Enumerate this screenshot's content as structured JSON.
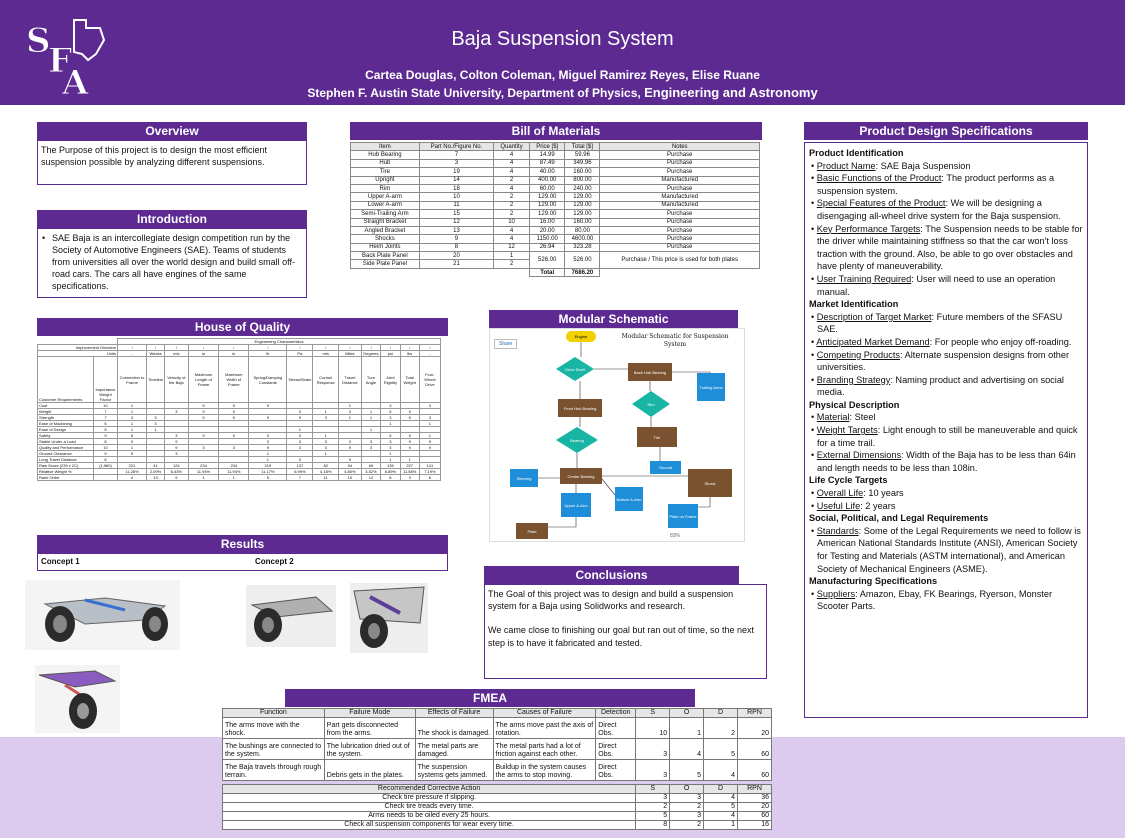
{
  "header": {
    "title": "Baja Suspension System",
    "authors": "Cartea Douglas, Colton Coleman, Miguel Ramirez Reyes, Elise Ruane",
    "affiliation_a": "Stephen F. Austin State University, Department of Physics, ",
    "affiliation_b": "Engineering and Astronomy",
    "logo_text": "SFA"
  },
  "colors": {
    "brand": "#5d2a92",
    "lavender": "#dccbee"
  },
  "overview": {
    "heading": "Overview",
    "text": "The Purpose of this project is to design the most efficient suspension possible by analyzing different suspensions."
  },
  "introduction": {
    "heading": "Introduction",
    "text": "SAE Baja is an intercollegiate design competition run by the Society of Automotive Engineers (SAE). Teams of students from universities all over the world design and build small off-road cars. The cars all have engines of the same specifications."
  },
  "hoq": {
    "heading": "House of Quality",
    "top": "Engineering Characteristics",
    "improvement_label": "Improvement Direction",
    "units_label": "Units",
    "columns": [
      "Connection to Frame",
      "Timeline",
      "Velocity of the Baja",
      "Maximum Length of Frame",
      "Maximum Width of Frame",
      "Spring/Damping Constants",
      "Stress/Strain",
      "Control Response",
      "Travel Distance",
      "Turn Angle",
      "Joint Rigidity",
      "Total Weight",
      "Four-Wheel Drive"
    ],
    "units": [
      "-",
      "Weeks",
      "m/s",
      "in",
      "in",
      "lb",
      "Pa",
      "m/s",
      "Miles",
      "Degrees",
      "psi",
      "lbs",
      "-"
    ],
    "arrows": [
      "↑",
      "↑",
      "↑",
      "↓",
      "↓",
      "↑",
      "↑",
      "↑",
      "↑",
      "↑",
      "↑",
      "↓",
      "↑"
    ],
    "req_header": "Customer Requirements",
    "weight_header": "Importance Weight Factor",
    "rows": [
      {
        "name": "Cost",
        "w": "10",
        "v": [
          "1",
          "",
          "",
          "9",
          "9",
          "9",
          "",
          "",
          "1",
          "",
          "3",
          "",
          "3"
        ]
      },
      {
        "name": "Weight",
        "w": "7",
        "v": [
          "1",
          "",
          "3",
          "9",
          "9",
          "",
          "3",
          "1",
          "3",
          "1",
          "6",
          "9",
          ""
        ]
      },
      {
        "name": "Strength",
        "w": "7",
        "v": [
          "3",
          "3",
          "",
          "9",
          "9",
          "9",
          "9",
          "3",
          "1",
          "1",
          "3",
          "9",
          "3"
        ]
      },
      {
        "name": "Ease of Machining",
        "w": "5",
        "v": [
          "1",
          "3",
          "",
          "",
          "",
          "",
          "",
          "",
          "",
          "",
          "1",
          "",
          "1"
        ]
      },
      {
        "name": "Ease of Design",
        "w": "5",
        "v": [
          "1",
          "1",
          "",
          "",
          "",
          "",
          "1",
          "",
          "",
          "1",
          "",
          "",
          ""
        ]
      },
      {
        "name": "Safety",
        "w": "9",
        "v": [
          "5",
          "",
          "3",
          "9",
          "9",
          "3",
          "3",
          "1",
          "",
          "",
          "6",
          "9",
          "1"
        ]
      },
      {
        "name": "Stable Under a Load",
        "w": "8",
        "v": [
          "9",
          "",
          "9",
          "",
          "",
          "3",
          "3",
          "3",
          "3",
          "3",
          "3",
          "9",
          "9"
        ]
      },
      {
        "name": "Quality and Performance",
        "w": "10",
        "v": [
          "1",
          "",
          "9",
          "3",
          "3",
          "9",
          "3",
          "3",
          "9",
          "3",
          "3",
          "9",
          "9"
        ]
      },
      {
        "name": "Ground Clearance",
        "w": "9",
        "v": [
          "9",
          "",
          "3",
          "",
          "",
          "1",
          "",
          "1",
          "",
          "",
          "1",
          "",
          ""
        ]
      },
      {
        "name": "Long Travel Distance",
        "w": "6",
        "v": [
          "",
          "",
          "",
          "",
          "",
          "1",
          "3",
          "",
          "9",
          "",
          "1",
          "1",
          ""
        ]
      }
    ],
    "raw_label": "Raw Score (239 x 2C)",
    "raw_total": "(1,960)",
    "raw": [
      "221",
      "41",
      "124",
      "234",
      "234",
      "219",
      "137",
      "82",
      "94",
      "69",
      "135",
      "227",
      "141"
    ],
    "rel_label": "Relative Weight %",
    "rel": [
      "11.28%",
      "2.09%",
      "6.43%",
      "11.94%",
      "11.94%",
      "11.17%",
      "6.99%",
      "4.18%",
      "4.80%",
      "3.52%",
      "6.89%",
      "11.58%",
      "7.19%"
    ],
    "rank_label": "Rank Order",
    "rank": [
      "4",
      "13",
      "9",
      "1",
      "1",
      "5",
      "7",
      "11",
      "10",
      "12",
      "8",
      "3",
      "6"
    ]
  },
  "results": {
    "heading": "Results",
    "concept1": "Concept 1",
    "concept2": "Concept 2"
  },
  "bom": {
    "heading": "Bill of Materials",
    "headers": [
      "Item",
      "Part No./Figure No.",
      "Quantity",
      "Price [$]",
      "Total [$]",
      "Notes"
    ],
    "rows": [
      [
        "Hub Bearing",
        "7",
        "4",
        "14.99",
        "59.96",
        "Purchase"
      ],
      [
        "Hub",
        "3",
        "4",
        "87.49",
        "349.96",
        "Purchase"
      ],
      [
        "Tire",
        "19",
        "4",
        "40.00",
        "160.00",
        "Purchase"
      ],
      [
        "Upright",
        "14",
        "2",
        "400.00",
        "800.00",
        "Manufactured"
      ],
      [
        "Rim",
        "18",
        "4",
        "60.00",
        "240.00",
        "Purchase"
      ],
      [
        "Upper A-arm",
        "10",
        "2",
        "129.00",
        "129.00",
        "Manufactured"
      ],
      [
        "Lower A-arm",
        "11",
        "2",
        "129.00",
        "129.00",
        "Manufactured"
      ],
      [
        "Semi-Trailing Arm",
        "15",
        "2",
        "129.00",
        "129.00",
        "Purchase"
      ],
      [
        "Straight Bracket",
        "12",
        "10",
        "16.00",
        "160.00",
        "Purchase"
      ],
      [
        "Angled Bracket",
        "13",
        "4",
        "20.00",
        "80.00",
        "Purchase"
      ],
      [
        "Shocks",
        "9",
        "4",
        "1150.00",
        "4600.00",
        "Purchase"
      ],
      [
        "Heim Joints",
        "8",
        "12",
        "26.94",
        "323.28",
        "Purchase"
      ]
    ],
    "back_plate": [
      "Back Plate Panel",
      "20",
      "1"
    ],
    "side_plate": [
      "Side Plate Panel",
      "21",
      "2"
    ],
    "plate_price": "526.00",
    "plate_total": "526.00",
    "plate_note": "Purchase / This price is used for both plates",
    "total_label": "Total",
    "total_value": "7686.20"
  },
  "schematic": {
    "heading": "Modular Schematic",
    "title": "Modular Schematic for Suspension System",
    "share": "Share",
    "zoom": "83%",
    "nodes": {
      "engine": "Engine",
      "drive_shaft": "Drive Shaft",
      "back_hub": "Back Hub Bearing",
      "trailing": "Trailing Arms",
      "front_hub": "Front Hub Bearing",
      "rim": "Rim",
      "bearing": "Bearing",
      "tire": "Tire",
      "ground": "Ground",
      "steering": "Steering",
      "center_bearing": "Center Bearing",
      "shock": "Shock",
      "upper": "Upper A-Arm",
      "bottom": "Bottom A-Arm",
      "plate_on_frame": "Plate on Frame",
      "plate": "Plate"
    }
  },
  "conclusions": {
    "heading": "Conclusions",
    "p1": "The Goal of this project was to design and build a suspension system for a Baja using Solidworks and research.",
    "p2": "We came close to finishing our goal but ran out of time, so the next step is to have it fabricated and tested."
  },
  "specs": {
    "heading": "Product Design Specifications",
    "groups": [
      {
        "title": "Product Identification",
        "items": [
          {
            "label": "Product Name",
            "text": ":  SAE Baja Suspension"
          },
          {
            "label": "Basic Functions of the Product",
            "text": ": The product performs as a suspension system."
          },
          {
            "label": "Special Features of the Product",
            "text": ": We will be designing a disengaging all-wheel drive system for the Baja suspension."
          },
          {
            "label": "Key Performance Targets",
            "text": ": The Suspension needs to be stable for the driver while maintaining stiffness so that the car won't loss traction with the ground. Also, be able to go over obstacles and have plenty of maneuverability."
          },
          {
            "label": "User Training Required",
            "text": ": User will need to use an operation manual."
          }
        ]
      },
      {
        "title": "Market Identification",
        "items": [
          {
            "label": "Description of Target Market",
            "text": ":  Future members of the SFASU SAE."
          },
          {
            "label": "Anticipated Market Demand",
            "text": ":  For people who enjoy off-roading."
          },
          {
            "label": "Competing Products",
            "text": ":  Alternate suspension designs from other universities."
          },
          {
            "label": "Branding Strategy",
            "text": ": Naming product and advertising on social media."
          }
        ]
      },
      {
        "title": "Physical Description",
        "items": [
          {
            "label": "Material",
            "text": ":    Steel"
          },
          {
            "label": "Weight Targets",
            "text": ":    Light enough to still be maneuverable and quick for a time trail."
          },
          {
            "label": "External Dimensions",
            "text": ":    Width of the Baja has to be less than 64in and length needs to be less than 108in."
          }
        ]
      },
      {
        "title": "Life Cycle Targets",
        "items": [
          {
            "label": "Overall Life",
            "text": ": 10 years"
          },
          {
            "label": "Useful Life",
            "text": ": 2 years"
          }
        ]
      },
      {
        "title": " Social, Political, and Legal Requirements",
        "items": [
          {
            "label": "Standards",
            "text": ":   Some of the Legal Requirements we need to follow is American National Standards Institute (ANSI), American Society for Testing and Materials (ASTM international), and American Society of Mechanical Engineers (ASME)."
          }
        ]
      },
      {
        "title": "Manufacturing Specifications",
        "items": [
          {
            "label": "Suppliers",
            "text": ":   Amazon, Ebay, FK Bearings, Ryerson, Monster Scooter Parts."
          }
        ]
      }
    ]
  },
  "fmea": {
    "heading": "FMEA",
    "headers": [
      "Function",
      "Failure Mode",
      "Effects of Failure",
      "Causes of Failure",
      "Detection",
      "S",
      "O",
      "D",
      "RPN"
    ],
    "rows": [
      [
        "The arms move with the shock.",
        "Part gets disconnected from the arms.",
        "The shock is damaged.",
        "The arms move past the axis of rotation.",
        "Direct Obs.",
        "10",
        "1",
        "2",
        "20"
      ],
      [
        "The bushings are connected to the system.",
        "The lubrication dried out of the system.",
        "The metal parts are damaged.",
        "The metal parts had a lot of friction against each other.",
        "Direct Obs.",
        "3",
        "4",
        "5",
        "60"
      ],
      [
        "The Baja travels through rough terrain.",
        "Debris gets in the plates.",
        "The suspension systems gets jammed.",
        "Buildup in the system causes the arms to stop moving.",
        "Direct Obs.",
        "3",
        "5",
        "4",
        "60"
      ]
    ],
    "action_headers": [
      "Recommended Corrective Action",
      "S",
      "O",
      "D",
      "RPN"
    ],
    "actions": [
      [
        "Check tire pressure if slipping.",
        "3",
        "3",
        "4",
        "36"
      ],
      [
        "Check tire treads every time.",
        "2",
        "2",
        "5",
        "20"
      ],
      [
        "Arms needs to be oiled every 25 hours.",
        "5",
        "3",
        "4",
        "60"
      ],
      [
        "Check all suspension components for wear every time.",
        "8",
        "2",
        "1",
        "16"
      ]
    ]
  }
}
